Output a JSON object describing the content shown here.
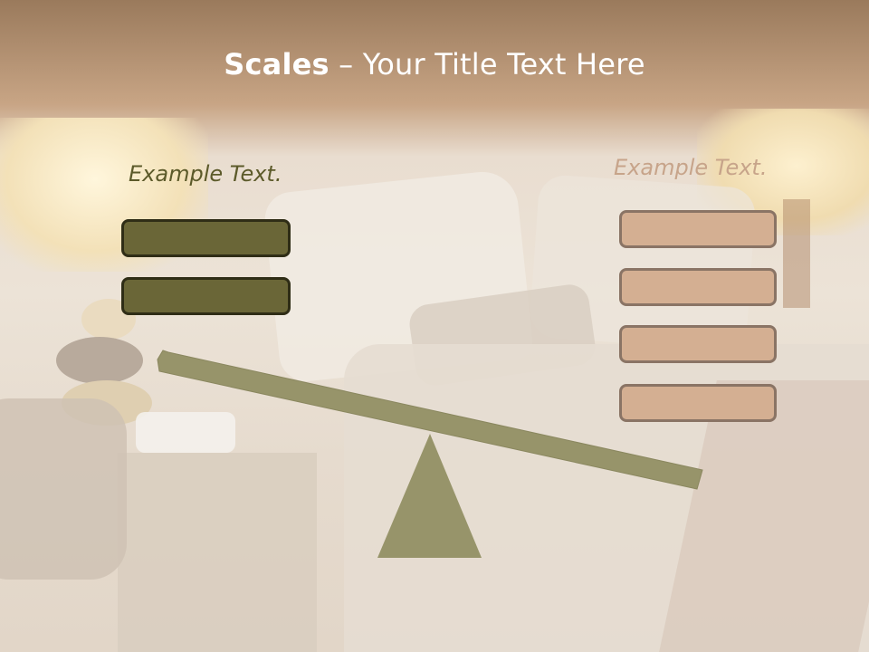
{
  "slide": {
    "title_bold": "Scales",
    "title_rest": " – Your Title Text Here",
    "left_label": "Example Text.",
    "right_label": "Example Text."
  },
  "colors": {
    "title_text": "#ffffff",
    "left_label": "#5c5a2a",
    "right_label": "#c7a48a",
    "left_box_fill": "#6a6637",
    "left_box_border": "#2f2d16",
    "right_box_fill": "#d4af92",
    "right_box_border": "#8a7465",
    "beam_and_fulcrum": "#97946a"
  },
  "left_boxes": [
    {},
    {}
  ],
  "right_boxes": [
    {},
    {},
    {},
    {}
  ]
}
